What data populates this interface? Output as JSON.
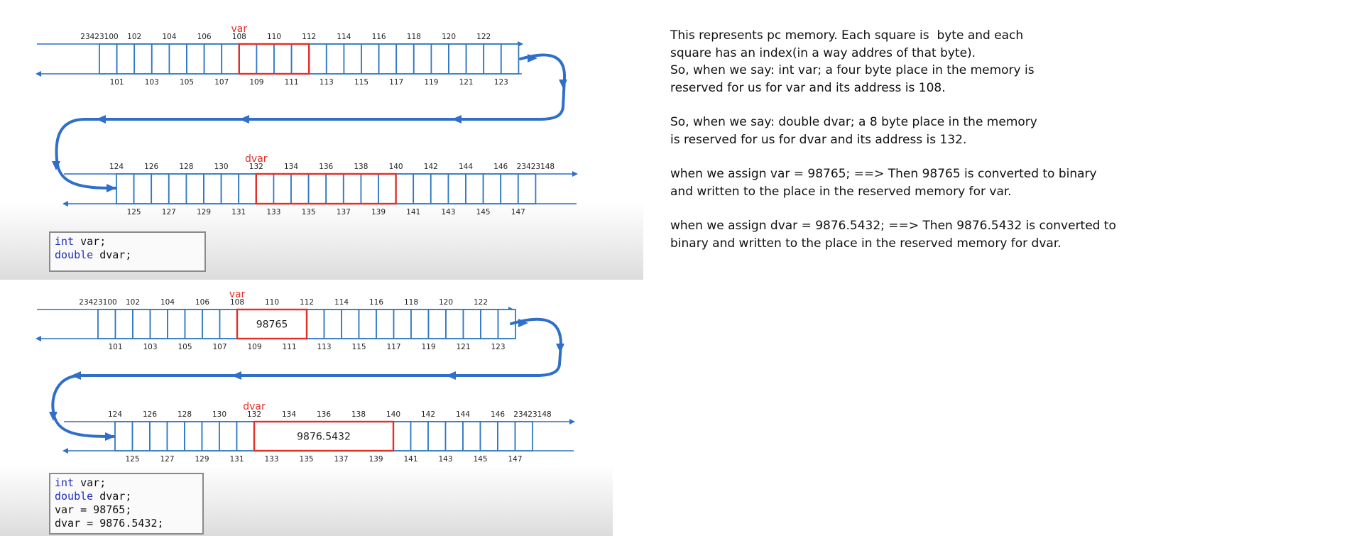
{
  "colors": {
    "cell": "#2f78c4",
    "highlight": "#e0302a",
    "path": "#2f6fc9",
    "label": "#222222",
    "var_label": "#e0302a",
    "keyword": "#1f2fbf"
  },
  "diagram_top": {
    "row1": {
      "var_label": "var",
      "top_labels": [
        "23423100",
        "102",
        "104",
        "106",
        "108",
        "110",
        "112",
        "114",
        "116",
        "118",
        "120",
        "122"
      ],
      "bottom_labels": [
        "101",
        "103",
        "105",
        "107",
        "109",
        "111",
        "113",
        "115",
        "117",
        "119",
        "121",
        "123"
      ],
      "highlight_value": ""
    },
    "row2": {
      "var_label": "dvar",
      "top_labels": [
        "124",
        "126",
        "128",
        "130",
        "132",
        "134",
        "136",
        "138",
        "140",
        "142",
        "144",
        "146",
        "23423148"
      ],
      "bottom_labels": [
        "125",
        "127",
        "129",
        "131",
        "133",
        "135",
        "137",
        "139",
        "141",
        "143",
        "145",
        "147"
      ],
      "highlight_value": ""
    },
    "code": [
      {
        "kw": "int",
        "rest": " var;"
      },
      {
        "kw": "double",
        "rest": " dvar;"
      }
    ]
  },
  "diagram_bottom": {
    "row1": {
      "var_label": "var",
      "top_labels": [
        "23423100",
        "102",
        "104",
        "106",
        "108",
        "110",
        "112",
        "114",
        "116",
        "118",
        "120",
        "122"
      ],
      "bottom_labels": [
        "101",
        "103",
        "105",
        "107",
        "109",
        "111",
        "113",
        "115",
        "117",
        "119",
        "121",
        "123"
      ],
      "highlight_value": "98765"
    },
    "row2": {
      "var_label": "dvar",
      "top_labels": [
        "124",
        "126",
        "128",
        "130",
        "132",
        "134",
        "136",
        "138",
        "140",
        "142",
        "144",
        "146",
        "23423148"
      ],
      "bottom_labels": [
        "125",
        "127",
        "129",
        "131",
        "133",
        "135",
        "137",
        "139",
        "141",
        "143",
        "145",
        "147"
      ],
      "highlight_value": "9876.5432"
    },
    "code": [
      {
        "kw": "int",
        "rest": " var;"
      },
      {
        "kw": "double",
        "rest": " dvar;"
      },
      {
        "kw": "",
        "rest": "var = 98765;"
      },
      {
        "kw": "",
        "rest": "dvar = 9876.5432;"
      }
    ]
  },
  "notes": [
    [
      "This represents pc memory. Each square is  byte and each",
      "square has an index(in a way addres of that byte).",
      "So, when we say: int var; a four byte place in the memory is",
      "reserved for us for var and its address is 108."
    ],
    [
      "So, when we say: double dvar; a 8 byte place in the memory",
      "is reserved for us for dvar and its address is 132."
    ],
    [
      "when we assign var = 98765; ==> Then 98765 is converted to binary",
      "and written to the place in the reserved memory for var."
    ],
    [
      "when we assign dvar = 9876.5432; ==> Then 9876.5432 is converted to",
      "binary and written to the place in the reserved memory for dvar."
    ]
  ]
}
